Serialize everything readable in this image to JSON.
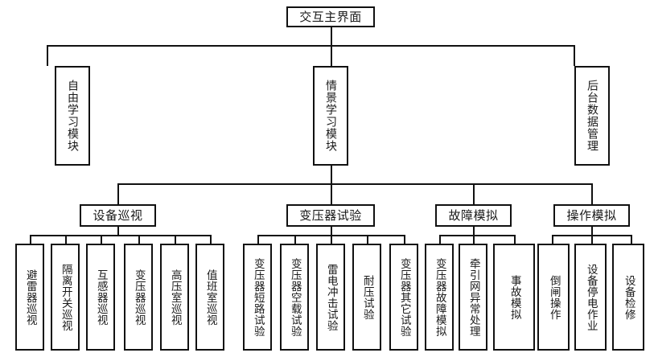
{
  "diagram": {
    "title": "交互主界面",
    "type": "organization-tree",
    "root": {
      "label": "交互主界面"
    },
    "level2": [
      {
        "id": "free-study",
        "label": "自由学习模块"
      },
      {
        "id": "scene-study",
        "label": "情景学习模块"
      },
      {
        "id": "backend-data",
        "label": "后台数据管理"
      }
    ],
    "level3": [
      {
        "id": "equipment-inspection",
        "label": "设备巡视"
      },
      {
        "id": "transformer-test",
        "label": "变压器试验"
      },
      {
        "id": "fault-simulation",
        "label": "故障模拟"
      },
      {
        "id": "operation-simulation",
        "label": "操作模拟"
      }
    ],
    "leaves": {
      "equipment-inspection": [
        {
          "id": "arrester-inspection",
          "label": "避雷器巡视"
        },
        {
          "id": "isolator-inspection",
          "label": "隔离开关巡视"
        },
        {
          "id": "transducer-inspection",
          "label": "互感器巡视"
        },
        {
          "id": "transformer-inspection",
          "label": "变压器巡视"
        },
        {
          "id": "hv-room-inspection",
          "label": "高压室巡视"
        },
        {
          "id": "duty-room-inspection",
          "label": "值班室巡视"
        }
      ],
      "transformer-test": [
        {
          "id": "short-circuit-test",
          "label": "变压器短路试验"
        },
        {
          "id": "no-load-test",
          "label": "变压器空载试验"
        },
        {
          "id": "lightning-impulse-test",
          "label": "雷电冲击试验"
        },
        {
          "id": "withstand-voltage-test",
          "label": "耐压试验"
        },
        {
          "id": "other-transformer-test",
          "label": "变压器其它试验"
        }
      ],
      "fault-simulation": [
        {
          "id": "transformer-fault-sim",
          "label": "变压器故障模拟"
        },
        {
          "id": "traction-net-abnormal",
          "label": "牵引网异常处理"
        },
        {
          "id": "accident-simulation",
          "label": "事故模拟"
        }
      ],
      "operation-simulation": [
        {
          "id": "switching-operation",
          "label": "倒闸操作"
        },
        {
          "id": "power-off-operation",
          "label": "设备停电作业"
        },
        {
          "id": "equipment-maintenance",
          "label": "设备检修"
        }
      ]
    },
    "colors": {
      "border": "#111111",
      "background": "#ffffff",
      "text": "#1a1a1a"
    }
  }
}
